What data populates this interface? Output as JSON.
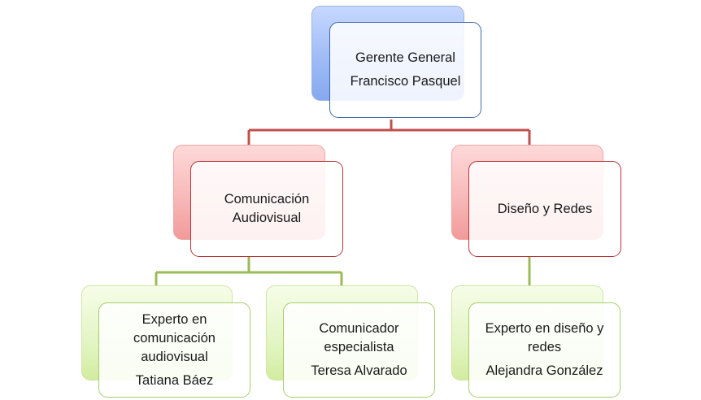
{
  "chart": {
    "root": {
      "title": "Gerente General",
      "name": "Francisco Pasquel"
    },
    "dept_comunicacion": {
      "line1": "Comunicación",
      "line2": "Audiovisual"
    },
    "dept_diseno": {
      "label": "Diseño y Redes"
    },
    "experto_comunicacion": {
      "line1": "Experto en",
      "line2": "comunicación",
      "line3": "audiovisual",
      "name": "Tatiana Báez"
    },
    "comunicador": {
      "line1": "Comunicador",
      "line2": "especialista",
      "name": "Teresa Alvarado"
    },
    "experto_diseno": {
      "line1": "Experto en diseño y",
      "line2": "redes",
      "name": "Alejandra González"
    }
  },
  "colors": {
    "root_accent": "#3f6aa8",
    "level1_accent": "#b7353a",
    "level2_accent": "#a8cc6a",
    "connector_top": "#c0504d",
    "connector_bottom": "#9bbb59"
  }
}
